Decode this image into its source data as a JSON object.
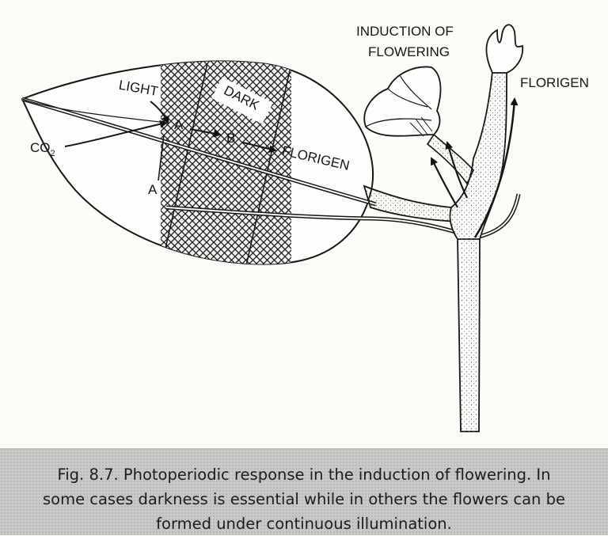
{
  "diagram": {
    "labels": {
      "light": "LIGHT",
      "dark": "DARK",
      "co2_main": "CO",
      "co2_sub": "2",
      "a_top": "A",
      "a_bottom": "A",
      "b": "B",
      "florigen_leaf": "FLORIGEN",
      "florigen_stem": "FLORIGEN",
      "induction_line1": "INDUCTION OF",
      "induction_line2": "FLOWERING"
    }
  },
  "caption": {
    "line1": "Fig. 8.7. Photoperiodic response in the induction of flowering. In",
    "line2": "some cases darkness is essential while in others the flowers can be",
    "line3": "formed under continuous illumination."
  }
}
